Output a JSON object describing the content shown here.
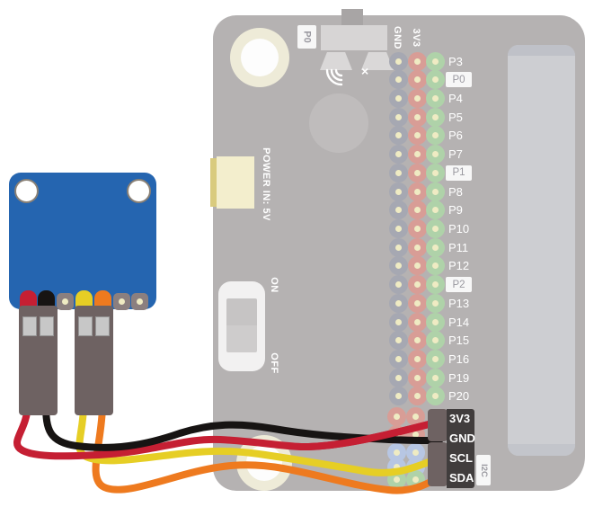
{
  "colors": {
    "board": "#b5b2b2",
    "slot": "#cdced2",
    "pin_gnd": "#a6a8b2",
    "pin_3v3": "#d89d96",
    "pin_io": "#afd2a9",
    "pin_i2c": "#b7c6e3",
    "pin_dot": "#efebc3",
    "sensor_board": "#2565b0",
    "housing": "#6e6262",
    "dark_block": "#413d3d"
  },
  "breakout": {
    "top_button_label": "P0",
    "mute_glyph": "×",
    "power_label": "POWER IN: 5V",
    "switch_on": "ON",
    "switch_off": "OFF",
    "pin_headers": [
      "GND",
      "3V3"
    ],
    "pins": [
      {
        "label": "P3",
        "boxed": false
      },
      {
        "label": "P0",
        "boxed": true
      },
      {
        "label": "P4",
        "boxed": false
      },
      {
        "label": "P5",
        "boxed": false
      },
      {
        "label": "P6",
        "boxed": false
      },
      {
        "label": "P7",
        "boxed": false
      },
      {
        "label": "P1",
        "boxed": true
      },
      {
        "label": "P8",
        "boxed": false
      },
      {
        "label": "P9",
        "boxed": false
      },
      {
        "label": "P10",
        "boxed": false
      },
      {
        "label": "P11",
        "boxed": false
      },
      {
        "label": "P12",
        "boxed": false
      },
      {
        "label": "P2",
        "boxed": true
      },
      {
        "label": "P13",
        "boxed": false
      },
      {
        "label": "P14",
        "boxed": false
      },
      {
        "label": "P15",
        "boxed": false
      },
      {
        "label": "P16",
        "boxed": false
      },
      {
        "label": "P19",
        "boxed": false
      },
      {
        "label": "P20",
        "boxed": false
      }
    ],
    "i2c_labels": [
      "3V3",
      "GND",
      "SCL",
      "SDA"
    ],
    "i2c_side_label": "I2C"
  },
  "wires": [
    {
      "name": "3v3-wire",
      "color": "#c51f33"
    },
    {
      "name": "gnd-wire",
      "color": "#171413"
    },
    {
      "name": "scl-wire",
      "color": "#e6ce25"
    },
    {
      "name": "sda-wire",
      "color": "#ee7a1f"
    }
  ],
  "sensor": {
    "pin_caps": [
      "3v3-wire",
      "gnd-wire",
      null,
      "scl-wire",
      "sda-wire",
      null,
      null
    ]
  }
}
